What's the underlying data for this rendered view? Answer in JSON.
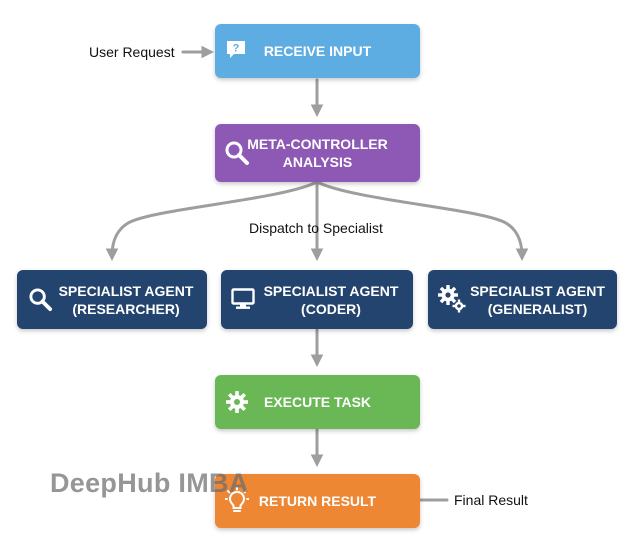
{
  "inputs": {
    "user_request": "User Request",
    "final_result": "Final Result"
  },
  "dispatch_label": "Dispatch to Specialist",
  "nodes": {
    "receive_input": {
      "line1": "RECEIVE INPUT",
      "icon": "question-bubble-icon",
      "color": "#5DADE2"
    },
    "meta_controller": {
      "line1": "META-CONTROLLER",
      "line2": "ANALYSIS",
      "icon": "magnifier-icon",
      "color": "#8E58B5"
    },
    "researcher": {
      "line1": "SPECIALIST AGENT",
      "line2": "(RESEARCHER)",
      "icon": "magnifier-icon",
      "color": "#23446E"
    },
    "coder": {
      "line1": "SPECIALIST AGENT",
      "line2": "(CODER)",
      "icon": "monitor-icon",
      "color": "#23446E"
    },
    "generalist": {
      "line1": "SPECIALIST AGENT",
      "line2": "(GENERALIST)",
      "icon": "gears-icon",
      "color": "#23446E"
    },
    "execute_task": {
      "line1": "EXECUTE TASK",
      "icon": "gear-icon",
      "color": "#6AB756"
    },
    "return_result": {
      "line1": "RETURN RESULT",
      "icon": "lightbulb-icon",
      "color": "#EE8733"
    }
  },
  "watermark": "DeepHub IMBA",
  "colors": {
    "arrow": "#9E9E9E"
  }
}
